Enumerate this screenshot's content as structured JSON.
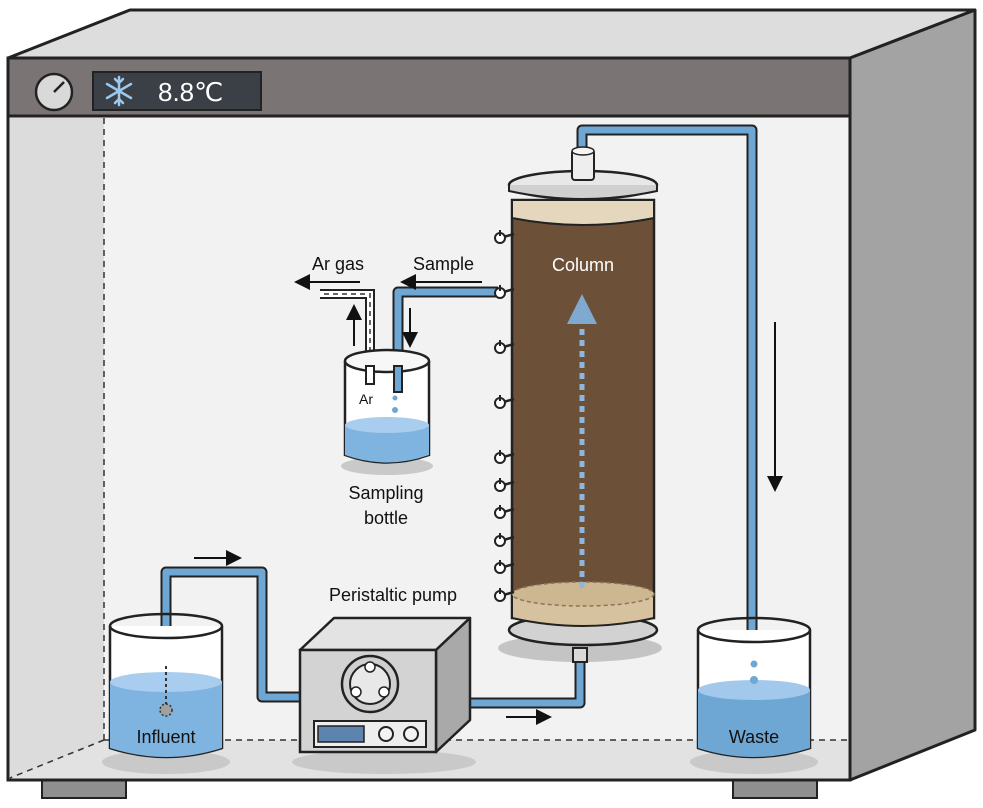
{
  "display": {
    "temperature": "8.8℃",
    "icons": [
      "thermostat-dial-icon",
      "snowflake-icon"
    ]
  },
  "labels": {
    "ar_gas": "Ar gas",
    "sample": "Sample",
    "column": "Column",
    "ar": "Ar",
    "sampling_line1": "Sampling",
    "sampling_line2": "bottle",
    "pump": "Peristaltic pump",
    "influent": "Influent",
    "waste": "Waste"
  },
  "colors": {
    "soil": "#6d5038",
    "water": "#7fb3e0",
    "tube": "#6fa7d4",
    "chamber_top": "#7a7474"
  }
}
